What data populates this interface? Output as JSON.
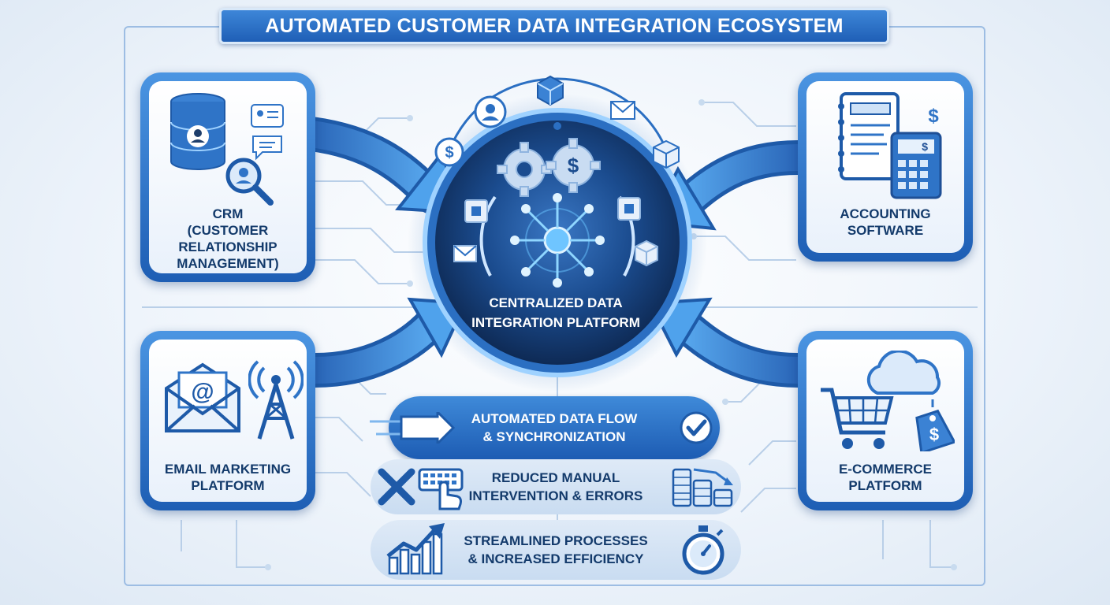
{
  "title": "AUTOMATED CUSTOMER DATA INTEGRATION ECOSYSTEM",
  "hub": {
    "line1": "CENTRALIZED DATA",
    "line2": "INTEGRATION PLATFORM"
  },
  "nodes": {
    "crm": {
      "line1": "CRM",
      "line2": "(CUSTOMER",
      "line3": "RELATIONSHIP",
      "line4": "MANAGEMENT)"
    },
    "accounting": {
      "line1": "ACCOUNTING",
      "line2": "SOFTWARE"
    },
    "email": {
      "line1": "EMAIL MARKETING",
      "line2": "PLATFORM"
    },
    "ecommerce": {
      "line1": "E-COMMERCE",
      "line2": "PLATFORM"
    }
  },
  "benefits": {
    "flow": {
      "line1": "AUTOMATED DATA FLOW",
      "line2": "& SYNCHRONIZATION"
    },
    "manual": {
      "line1": "REDUCED MANUAL",
      "line2": "INTERVENTION & ERRORS"
    },
    "efficiency": {
      "line1": "STREAMLINED PROCESSES",
      "line2": "& INCREASED EFFICIENCY"
    }
  },
  "icons": {
    "crm": [
      "database-icon",
      "user-icon",
      "magnifier-icon",
      "contact-card-icon",
      "chat-bubble-icon"
    ],
    "accounting": [
      "ledger-icon",
      "calculator-icon",
      "dollar-icon"
    ],
    "email": [
      "envelope-at-icon",
      "broadcast-tower-icon"
    ],
    "ecommerce": [
      "shopping-cart-icon",
      "cloud-icon",
      "price-tag-icon"
    ],
    "hub": [
      "gear-icon",
      "dollar-gear-icon",
      "network-node-icon",
      "data-cube-icon",
      "envelope-icon",
      "package-box-icon"
    ],
    "orbit": [
      "dollar-coin-icon",
      "user-circle-icon",
      "data-cube-icon",
      "envelope-icon",
      "package-box-icon"
    ],
    "benefits": [
      "arrow-right-icon",
      "checkmark-circle-icon",
      "cross-x-icon",
      "keyboard-hand-icon",
      "coin-stack-icon",
      "growth-chart-icon",
      "stopwatch-icon"
    ]
  },
  "colors": {
    "primary": "#1f5fb6",
    "accent": "#3d86d8",
    "hub_dark": "#102f5e",
    "glow": "#7ec8ff",
    "text_dark": "#133a6b"
  }
}
